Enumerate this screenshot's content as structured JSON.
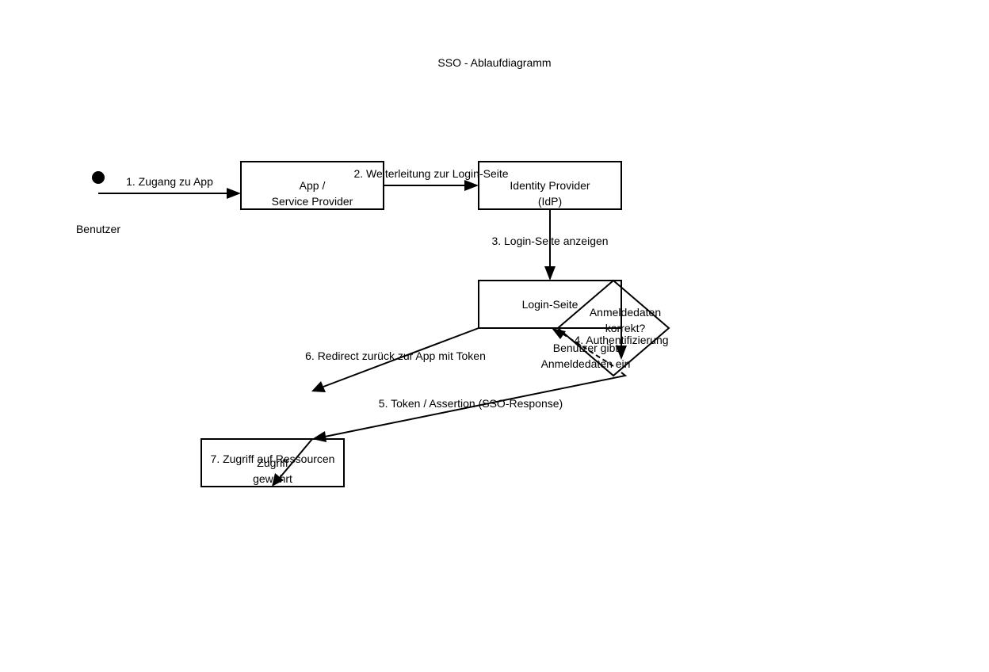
{
  "title": "SSO - Ablaufdiagramm",
  "colors": {
    "stroke": "#000000",
    "background": "#ffffff"
  },
  "actor": {
    "label": "Benutzer",
    "icon": "start-node-icon"
  },
  "nodes": {
    "app": {
      "line1": "App /",
      "line2": "Service Provider"
    },
    "idp": {
      "line1": "Identity Provider",
      "line2": "(IdP)"
    },
    "login": {
      "line1": "Login-Seite"
    },
    "decision": {
      "line1": "Anmeldedaten",
      "line2": "korrekt?"
    },
    "access": {
      "line1": "Zugriff",
      "line2": "gewährt"
    }
  },
  "edges": {
    "e1": "1. Zugang zu App",
    "e2": "2. Weiterleitung zur Login-Seite",
    "e3": "3. Login-Seite anzeigen",
    "e4": "4. Authentifizierung",
    "e4b_line1": "Benutzer gibt",
    "e4b_line2": "Anmeldedaten ein",
    "e5": "5. Token / Assertion (SSO-Response)",
    "e6": "6. Redirect zurück zur App mit Token",
    "e7": "7. Zugriff auf Ressourcen"
  }
}
